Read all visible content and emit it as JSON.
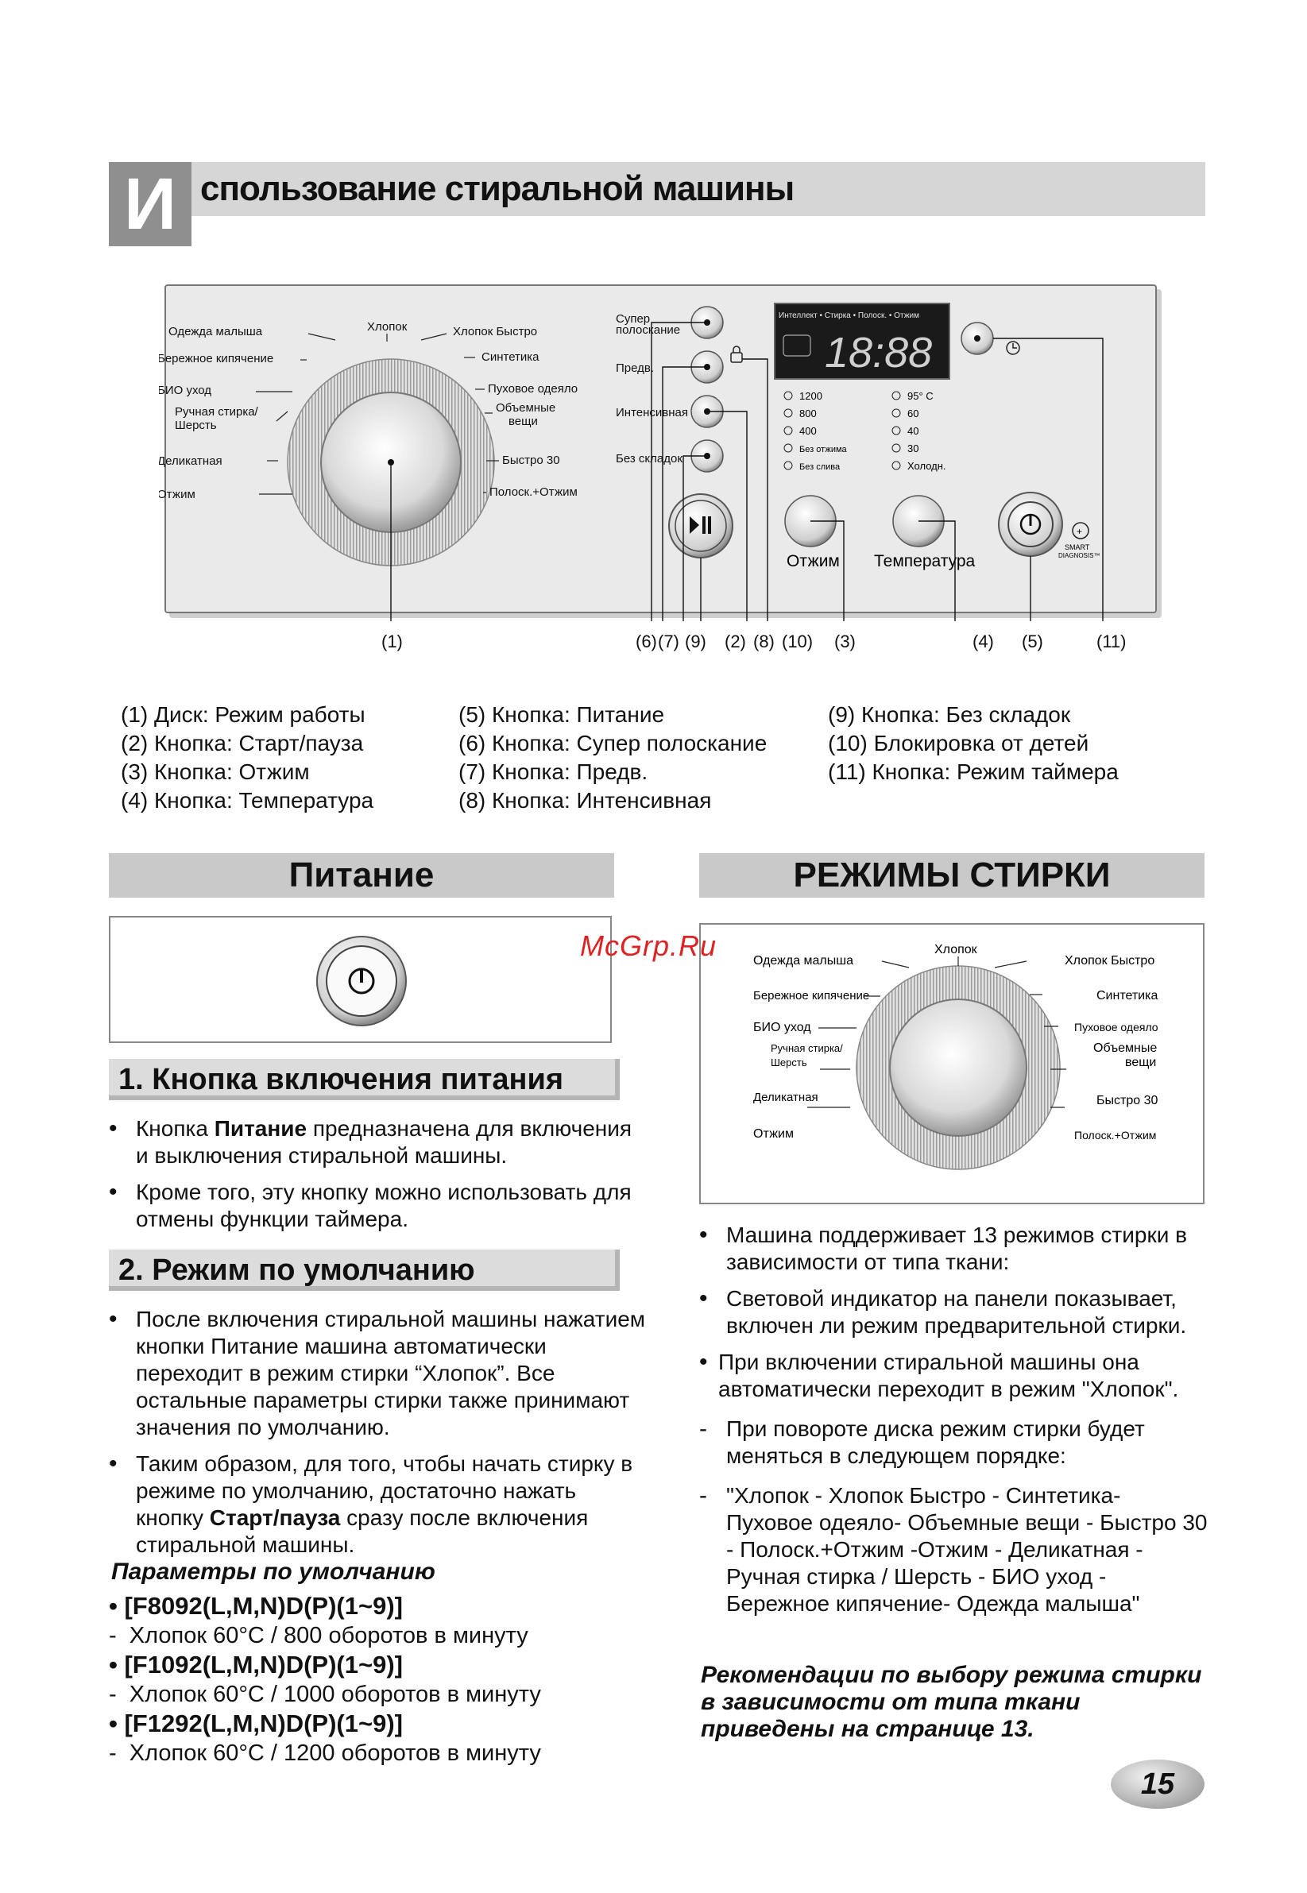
{
  "title": {
    "letter": "И",
    "rest": "спользование стиральной машины"
  },
  "panel": {
    "dial_labels_left": [
      "Одежда малыша",
      "Бережное кипячение",
      "БИО уход",
      "Ручная стирка/",
      "Шерсть",
      "Деликатная",
      "Отжим"
    ],
    "dial_label_top": "Хлопок",
    "dial_labels_right": [
      "Хлопок Быстро",
      "Синтетика",
      "Пуховое одеяло",
      "Объемные",
      "вещи",
      "Быстро 30",
      "Полоск.+Отжим"
    ],
    "button_labels": [
      "Супер",
      "полоскание",
      "Предв.",
      "Интенсивная",
      "Без складок"
    ],
    "display_header": "Интеллект • Стирка • Полоск. • Отжим",
    "display_time": "18:88",
    "spin_options": [
      "1200",
      "800",
      "400",
      "Без отжима",
      "Без слива"
    ],
    "temp_options": [
      "95° C",
      "60",
      "40",
      "30",
      "Холодн."
    ],
    "spin_label": "Отжим",
    "temp_label": "Температура",
    "smart_label": "SMART",
    "smart_label2": "DIAGNOSIS™",
    "callouts": [
      "(1)",
      "(6)",
      "(7)",
      "(9)",
      "(2)",
      "(8)",
      "(10)",
      "(3)",
      "(4)",
      "(5)",
      "(11)"
    ]
  },
  "legend": {
    "col1": [
      "(1) Диск: Режим работы",
      "(2) Кнопка: Старт/пауза",
      "(3) Кнопка: Отжим",
      "(4) Кнопка: Температура"
    ],
    "col2": [
      "(5) Кнопка: Питание",
      "(6) Кнопка: Супер полоскание",
      "(7) Кнопка: Предв.",
      "(8) Кнопка: Интенсивная"
    ],
    "col3": [
      "(9) Кнопка: Без складок",
      "(10) Блокировка от детей",
      "(11) Кнопка: Режим таймера"
    ]
  },
  "left": {
    "header": "Питание",
    "sub1": "1. Кнопка включения питания",
    "b1_pre": "Кнопка ",
    "b1_bold": "Питание",
    "b1_post": " предназначена для включения и выключения стиральной машины.",
    "b2": "Кроме того, эту кнопку можно использовать для отмены функции таймера.",
    "sub2": "2. Режим по умолчанию",
    "b3": "После включения стиральной машины нажатием кнопки Питание машина автоматически переходит в режим стирки “Хлопок”. Все остальные параметры стирки также принимают значения по умолчанию.",
    "b4_pre": "Таким образом, для того, чтобы начать стирку в режиме по умолчанию, достаточно нажать кнопку ",
    "b4_bold": "Старт/пауза",
    "b4_post": " сразу после включения стиральной машины.",
    "defaults_title": "Параметры по умолчанию",
    "models": [
      {
        "model": "[F8092(L,M,N)D(P)(1~9)]",
        "spec": "Хлопок 60°C /  800 оборотов в минуту"
      },
      {
        "model": "[F1092(L,M,N)D(P)(1~9)]",
        "spec": "Хлопок 60°C / 1000 оборотов в минуту"
      },
      {
        "model": "[F1292(L,M,N)D(P)(1~9)]",
        "spec": "Хлопок 60°C / 1200 оборотов в минуту"
      }
    ]
  },
  "right": {
    "header": "РЕЖИМЫ СТИРКИ",
    "b1": "Машина поддерживает 13 режимов стирки в зависимости от типа ткани:",
    "b2": "Световой индикатор на панели показывает, включен ли режим предварительной стирки.",
    "b3": "При включении стиральной машины она автоматически переходит в режим \"Хлопок\".",
    "d1": "При повороте диска режим стирки будет меняться в следующем порядке:",
    "d2": "\"Хлопок - Хлопок Быстро - Синтетика- Пуховое одеяло- Объемные вещи - Быстро 30 - Полоск.+Отжим -Отжим - Деликатная - Ручная стирка / Шерсть - БИО уход - Бережное кипячение- Одежда малыша\"",
    "note": "Рекомендации по выбору режима стирки в зависимости от типа ткани приведены на странице 13."
  },
  "watermark": "McGrp.Ru",
  "page_number": "15"
}
